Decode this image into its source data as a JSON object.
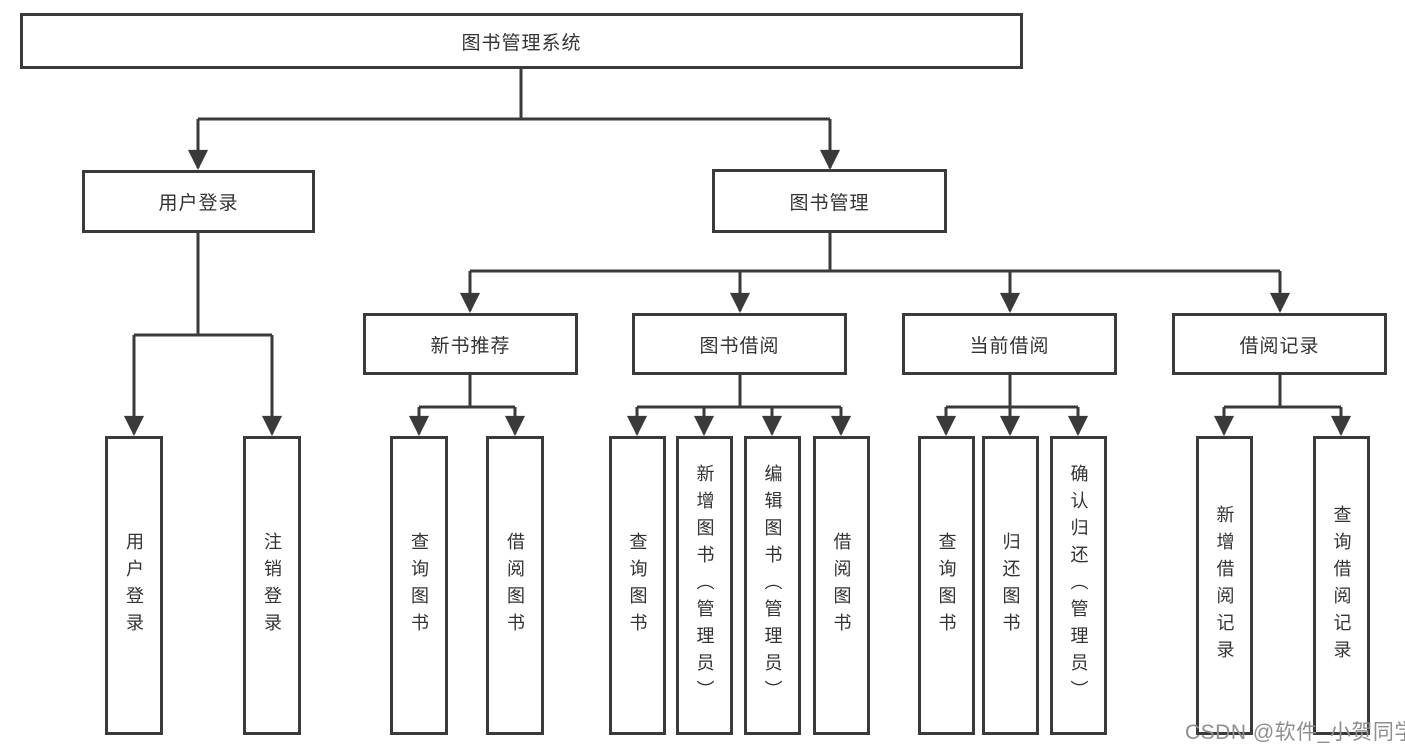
{
  "tree": {
    "root": {
      "label": "图书管理系统",
      "children": [
        {
          "label": "用户登录",
          "children": [
            {
              "label": "用户登录"
            },
            {
              "label": "注销登录"
            }
          ]
        },
        {
          "label": "图书管理",
          "children": [
            {
              "label": "新书推荐",
              "children": [
                {
                  "label": "查询图书"
                },
                {
                  "label": "借阅图书"
                }
              ]
            },
            {
              "label": "图书借阅",
              "children": [
                {
                  "label": "查询图书"
                },
                {
                  "label": "新增图书（管理员）"
                },
                {
                  "label": "编辑图书（管理员）"
                },
                {
                  "label": "借阅图书"
                }
              ]
            },
            {
              "label": "当前借阅",
              "children": [
                {
                  "label": "查询图书"
                },
                {
                  "label": "归还图书"
                },
                {
                  "label": "确认归还（管理员）"
                }
              ]
            },
            {
              "label": "借阅记录",
              "children": [
                {
                  "label": "新增借阅记录"
                },
                {
                  "label": "查询借阅记录"
                }
              ]
            }
          ]
        }
      ]
    }
  },
  "watermark": {
    "text": "CSDN @软件_小贺同学"
  },
  "colors": {
    "line": "#3a3a3a",
    "text": "#333333",
    "watermark": "#8f8f8f",
    "background": "#ffffff"
  }
}
